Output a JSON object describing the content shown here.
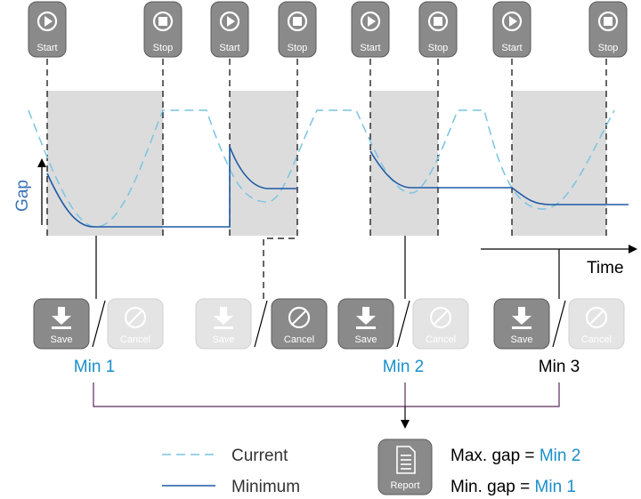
{
  "colors": {
    "button_active": "#8a8a8a",
    "button_disabled": "#e4e4e4",
    "band": "#dcdcdc",
    "current_line": "#7ac4e2",
    "minimum_line": "#1f5aa6",
    "min_text": "#1b8fc9",
    "axis_label": "#3b72b8",
    "black": "#000000"
  },
  "buttons": {
    "start": "Start",
    "stop": "Stop",
    "save": "Save",
    "cancel": "Cancel",
    "report": "Report"
  },
  "top_buttons": [
    {
      "kind": "start",
      "icon": "play-icon"
    },
    {
      "kind": "stop",
      "icon": "stop-icon"
    },
    {
      "kind": "start",
      "icon": "play-icon"
    },
    {
      "kind": "stop",
      "icon": "stop-icon"
    },
    {
      "kind": "start",
      "icon": "play-icon"
    },
    {
      "kind": "stop",
      "icon": "stop-icon"
    },
    {
      "kind": "start",
      "icon": "play-icon"
    },
    {
      "kind": "stop",
      "icon": "stop-icon"
    }
  ],
  "action_groups": [
    {
      "active": "save",
      "min_label": "Min 1",
      "min_color": "blue"
    },
    {
      "active": "cancel",
      "min_label": "",
      "min_color": "none"
    },
    {
      "active": "save",
      "min_label": "Min 2",
      "min_color": "blue"
    },
    {
      "active": "save",
      "min_label": "Min 3",
      "min_color": "black"
    }
  ],
  "axes": {
    "y_label": "Gap",
    "x_label": "Time"
  },
  "legend": {
    "current": "Current",
    "minimum": "Minimum"
  },
  "report": {
    "max_prefix": "Max. gap =",
    "max_value": "Min 2",
    "min_prefix": "Min. gap =",
    "min_value": "Min 1"
  }
}
